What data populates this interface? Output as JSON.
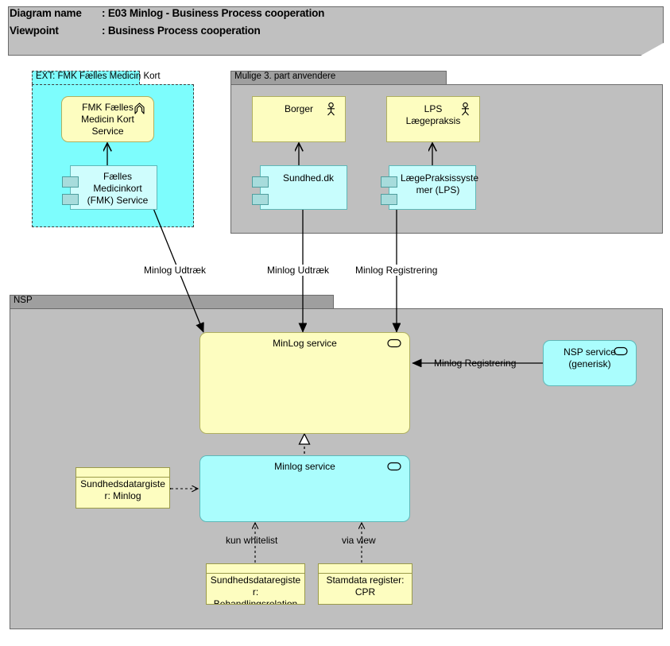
{
  "header": {
    "diagram_name_key": "Diagram name",
    "diagram_name_sep": ": E03 Minlog - Business Process cooperation",
    "viewpoint_key": "Viewpoint",
    "viewpoint_sep": ": Business Process cooperation"
  },
  "groups": {
    "fmk": {
      "label": "EXT: FMK Fælles Medicin Kort"
    },
    "third_party": {
      "label": "Mulige 3. part anvendere"
    },
    "nsp": {
      "label": "NSP"
    }
  },
  "nodes": {
    "fmk_service": {
      "label": "FMK Fælles\nMedicin Kort\nService",
      "icon": "arch-icon"
    },
    "fmk_component": {
      "label": "Fælles\nMedicinkort\n(FMK) Service",
      "icon": "component-ports-icon"
    },
    "borger": {
      "label": "Borger",
      "icon": "actor-icon"
    },
    "lps_laegepraksis": {
      "label": "LPS\nLægepraksis",
      "icon": "actor-icon"
    },
    "sundhed_dk": {
      "label": "Sundhed.dk",
      "icon": "component-ports-icon"
    },
    "lps_systemer": {
      "label": "LægePraksissyste\nmer (LPS)",
      "icon": "component-ports-icon"
    },
    "minlog_service_business": {
      "label": "MinLog service",
      "icon": "rounded-service-icon"
    },
    "nsp_service_generisk": {
      "label": "NSP service\n(generisk)",
      "icon": "rounded-service-icon"
    },
    "minlog_service_app": {
      "label": "Minlog service",
      "icon": "rounded-service-icon"
    },
    "sundhedsdataregister_minlog": {
      "label": "Sundhedsdatargiste\nr: Minlog",
      "icon": "data-object-icon"
    },
    "sundhedsdataregister_behandlingsrelation": {
      "label": "Sundhedsdataregiste\nr:\nBehandlingsrelation",
      "icon": "data-object-icon"
    },
    "stamdata_register_cpr": {
      "label": "Stamdata register:\nCPR",
      "icon": "data-object-icon"
    }
  },
  "edges": {
    "fmk_to_minlog": {
      "label": "Minlog Udtræk"
    },
    "sundheddk_to_minlog": {
      "label": "Minlog Udtræk"
    },
    "lps_to_minlog": {
      "label": "Minlog Registrering"
    },
    "nspservice_to_minlog": {
      "label": "Minlog Registrering"
    },
    "behandlingsrelation_to_minlogapp": {
      "label": "kun whitelist"
    },
    "cpr_to_minlogapp": {
      "label": "via view"
    }
  },
  "colors": {
    "business_yellow": "#fdfdc0",
    "application_cyan": "#aafdfd",
    "component_cyan": "#c8fdfd",
    "group_grey": "#bfbfbf",
    "group_tab_grey": "#9f9f9f",
    "title_grey": "#c0c0c0",
    "ext_cyan": "#7dfdfd",
    "line_black": "#000000"
  }
}
